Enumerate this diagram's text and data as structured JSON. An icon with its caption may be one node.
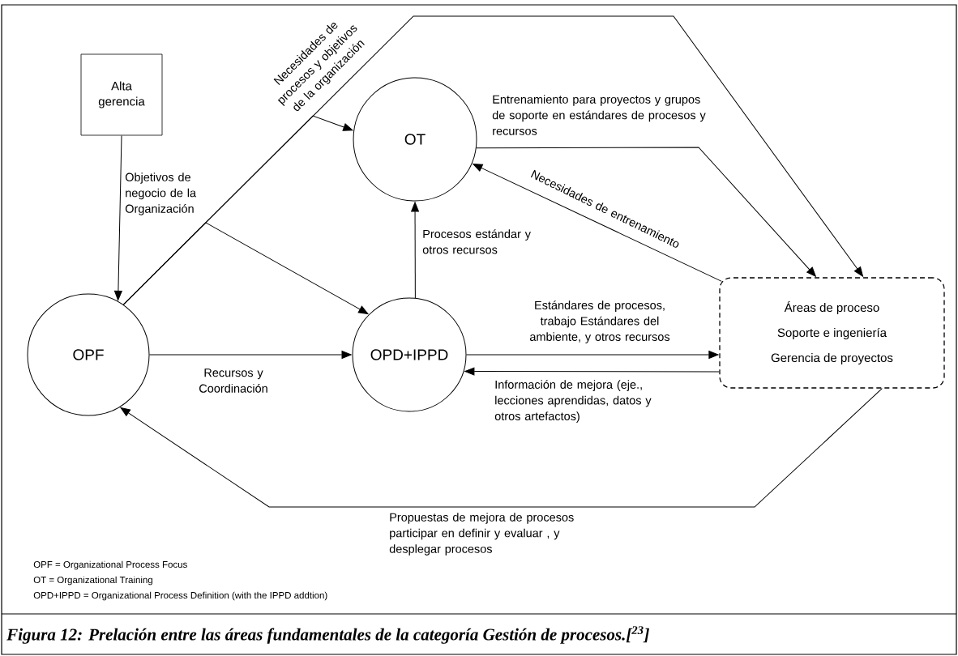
{
  "diagram": {
    "caption": "Figura 12: Prelación entre las áreas fundamentales de la categoría Gestión de procesos.[$^{23}$]",
    "nodes": [
      {
        "text": [
          "Alta gerencia"
        ]
      },
      {
        "text": [
          "OPF"
        ]
      },
      {
        "text": [
          "OT"
        ]
      },
      {
        "text": [
          "OPD+IPPD"
        ]
      },
      {
        "text": [
          "Áreas de proceso",
          "Soporte e ingeniería",
          "Gerencia de proyectos"
        ]
      }
    ],
    "edges": [
      {
        "from": 0,
        "to": 1,
        "arrow": "to",
        "label": "Objetivos de negocio de la Organización"
      },
      {
        "from": 1,
        "to": 2,
        "arrow": "to",
        "label": "Necesidades de procesos y objetivos de la organización"
      },
      {
        "from": 1,
        "to": 3,
        "arrow": "to"
      },
      {
        "from": 1,
        "to": 4,
        "arrow": "to"
      },
      {
        "from": 1,
        "to": 3,
        "arrow": "to",
        "label": "Recursos y Coordinación"
      },
      {
        "from": 3,
        "to": 2,
        "arrow": "to",
        "label": "Procesos estándar y otros recursos"
      },
      {
        "from": 2,
        "to": 4,
        "arrow": "to",
        "label": "Entrenamiento para proyectos y grupos de soporte en estándares de procesos y recursos"
      },
      {
        "from": 4,
        "to": 2,
        "arrow": "to",
        "label": "Necesidades de entrenamiento"
      },
      {
        "from": 3,
        "to": 4,
        "arrow": "to",
        "label": "Estándares de procesos, trabajo Estándares del ambiente, y otros recursos"
      },
      {
        "from": 4,
        "to": 3,
        "arrow": "to",
        "label": "Información de mejora (eje., lecciones aprendidas, datos y otros artefactos)"
      },
      {
        "from": 4,
        "to": 1,
        "arrow": "to",
        "label": "Propuestas de mejora de procesos participar en definir y evaluar , y desplegar procesos"
      }
    ],
    "labels": [
      "OPF = Organizational Process Focus",
      "OT = Organizational Training",
      "OPD+IPPD = Organizational Process Definition (with the IPPD addtion)"
    ]
  }
}
